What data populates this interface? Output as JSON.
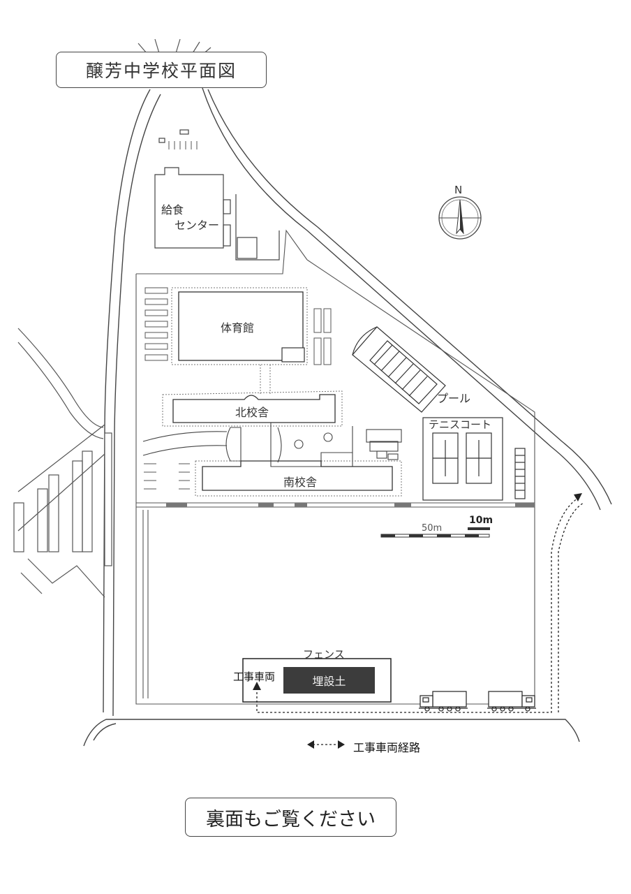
{
  "map": {
    "title": "醸芳中学校平面図",
    "footer_note": "裏面もご覧ください",
    "north_label": "N",
    "labels": {
      "lunch_center_1": "給食",
      "lunch_center_2": "センター",
      "gymnasium": "体育館",
      "pool": "プール",
      "north_building": "北校舎",
      "tennis_court": "テニスコート",
      "south_building": "南校舎",
      "fence": "フェンス",
      "construction_vehicle": "工事車両",
      "buried_soil": "埋設土",
      "route_legend": "工事車両経路"
    },
    "scale": {
      "label_50m": "50m",
      "label_10m": "10m"
    }
  }
}
